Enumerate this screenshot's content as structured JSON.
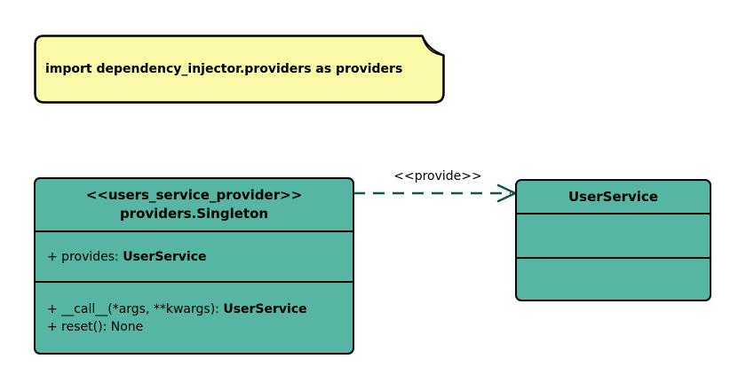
{
  "diagram": {
    "note": {
      "text": "import dependency_injector.providers as providers"
    },
    "provider_class": {
      "stereotype": "<<users_service_provider>>",
      "name": "providers.Singleton",
      "attributes": [
        {
          "text": "+ provides: ",
          "type": "UserService"
        }
      ],
      "methods": [
        {
          "text": "+ __call__(*args, **kwargs): ",
          "type": "UserService"
        },
        {
          "text": "+ reset(): None",
          "type": ""
        }
      ]
    },
    "dependency": {
      "stereotype": "<<provide>>"
    },
    "service_class": {
      "name": "UserService"
    }
  },
  "colors": {
    "class_fill": "#57b6a3",
    "connector": "#10584a",
    "note_fill": "#fafaa8",
    "note_fold": "#e3e38e",
    "border": "#000000",
    "text": "#000000"
  }
}
